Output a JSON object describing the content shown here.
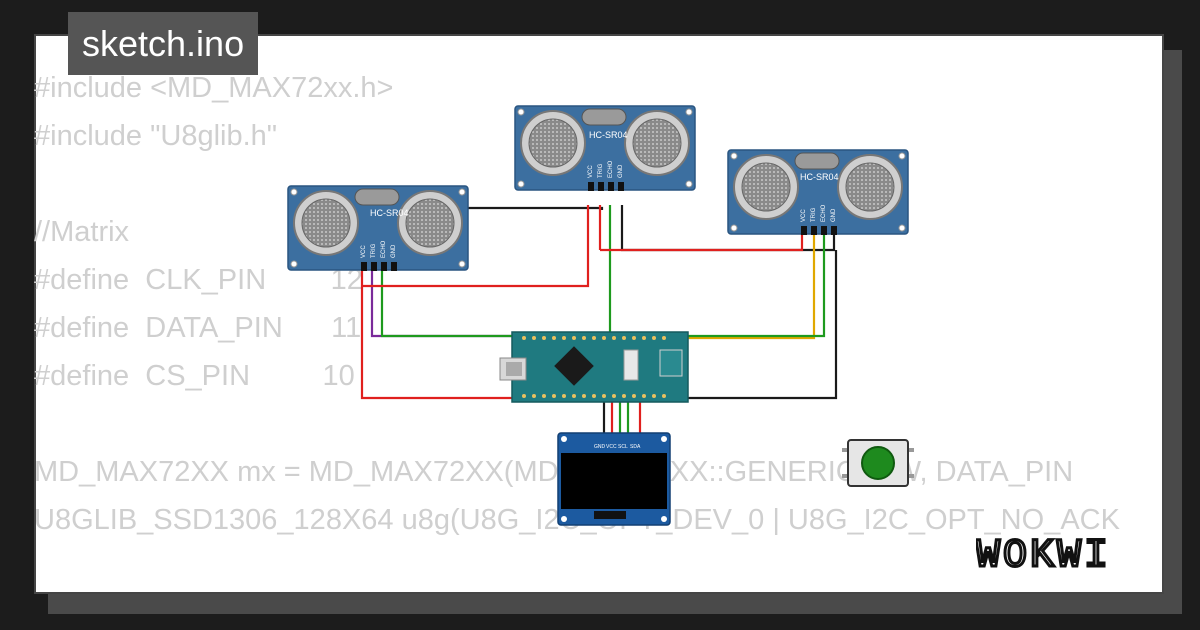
{
  "title": "sketch.ino",
  "code_lines": [
    "#include <MD_MAX72xx.h>",
    "#include \"U8glib.h\"",
    "",
    "//Matrix",
    "#define  CLK_PIN        12",
    "#define  DATA_PIN      11",
    "#define  CS_PIN         10",
    "",
    "MD_MAX72XX mx = MD_MAX72XX(MD_MAX72XX::GENERIC_HW, DATA_PIN",
    "U8GLIB_SSD1306_128X64 u8g(U8G_I2C_OPT_DEV_0 | U8G_I2C_OPT_NO_ACK"
  ],
  "sensors": {
    "model_label": "HC-SR04",
    "pin_labels": [
      "VCC",
      "TRIG",
      "ECHO",
      "GND"
    ]
  },
  "oled": {
    "pin_labels": [
      "GND",
      "VCC",
      "SCL",
      "SDA"
    ]
  },
  "brand": "WOKWI",
  "colors": {
    "wire_red": "#e0201e",
    "wire_black": "#1a1a1a",
    "wire_green": "#1e9a1e",
    "wire_purple": "#7a2a9a",
    "wire_yellow": "#e0a800",
    "sensor_blue": "#3c6fa0",
    "board_teal": "#1f7a80",
    "button_green": "#1e8a1e"
  },
  "icons": [
    "ultrasonic-sensor",
    "arduino-nano",
    "oled-display",
    "push-button",
    "wokwi-logo"
  ]
}
